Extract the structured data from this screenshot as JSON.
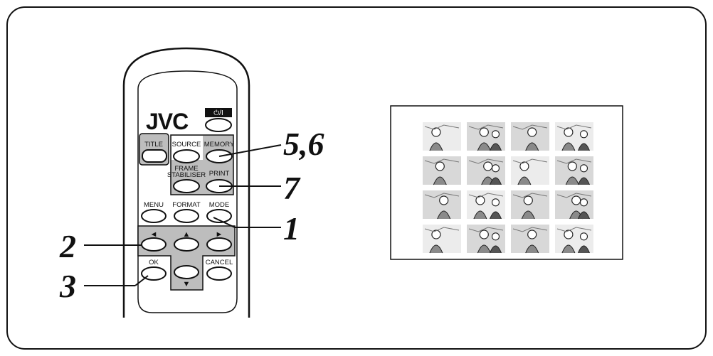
{
  "remote": {
    "brand": "JVC",
    "power_label": "⏻/I",
    "buttons": {
      "title": "TITLE",
      "source": "SOURCE",
      "memory": "MEMORY",
      "frame_stabiliser_line1": "FRAME",
      "frame_stabiliser_line2": "STABILISER",
      "print": "PRINT",
      "menu": "MENU",
      "format": "FORMAT",
      "mode": "MODE",
      "ok": "OK",
      "cancel": "CANCEL"
    },
    "arrows": {
      "left": "◄",
      "up": "▲",
      "right": "►",
      "down": "▼"
    }
  },
  "callouts": {
    "memory_steps": "5,6",
    "print_step": "7",
    "mode_step": "1",
    "arrow_step": "2",
    "ok_step": "3"
  },
  "screen": {
    "thumbnail_grid_rows": 4,
    "thumbnail_grid_cols": 4,
    "thumbnail_count": 16
  },
  "colors": {
    "outline": "#111111",
    "panel_gray": "#bdbdbd",
    "remote_fill": "#ffffff",
    "thumb_light": "#d8d8d8",
    "thumb_dark": "#8a8a8a"
  }
}
